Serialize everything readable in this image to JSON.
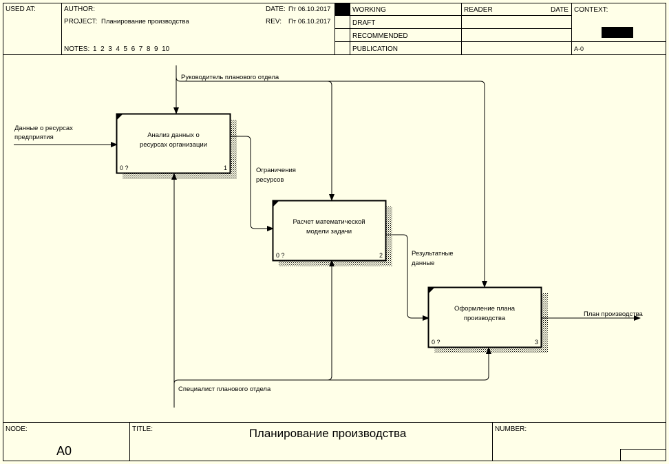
{
  "header": {
    "used_at_label": "USED AT:",
    "author_label": "AUTHOR:",
    "project_label": "PROJECT:",
    "project_value": "Планирование производства",
    "notes_label": "NOTES:",
    "notes_value": "1  2  3  4  5  6  7  8  9  10",
    "date_label": "DATE:",
    "date_value": "Пт 06.10.2017",
    "rev_label": "REV:",
    "rev_value": "Пт 06.10.2017",
    "status": [
      "WORKING",
      "DRAFT",
      "RECOMMENDED",
      "PUBLICATION"
    ],
    "reader_label": "READER",
    "reader_date_label": "DATE",
    "context_label": "CONTEXT:",
    "context_node": "A-0"
  },
  "boxes": [
    {
      "line1": "Анализ данных о",
      "line2": "ресурсах организации",
      "cost": "0 ?",
      "number": "1"
    },
    {
      "line1": "Расчет математической",
      "line2": "модели задачи",
      "cost": "0 ?",
      "number": "2"
    },
    {
      "line1": "Оформление плана",
      "line2": "производства",
      "cost": "0 ?",
      "number": "3"
    }
  ],
  "arrows": {
    "input_line1": "Данные о ресурсах",
    "input_line2": "предприятия",
    "control": "Руководитель планового отдела",
    "mechanism": "Специалист планового отдела",
    "constraints_line1": "Ограничения",
    "constraints_line2": "ресурсов",
    "results_line1": "Результатные",
    "results_line2": "данные",
    "output": "План производства"
  },
  "footer": {
    "node_label": "NODE:",
    "node_value": "A0",
    "title_label": "TITLE:",
    "title_value": "Планирование производства",
    "number_label": "NUMBER:"
  }
}
